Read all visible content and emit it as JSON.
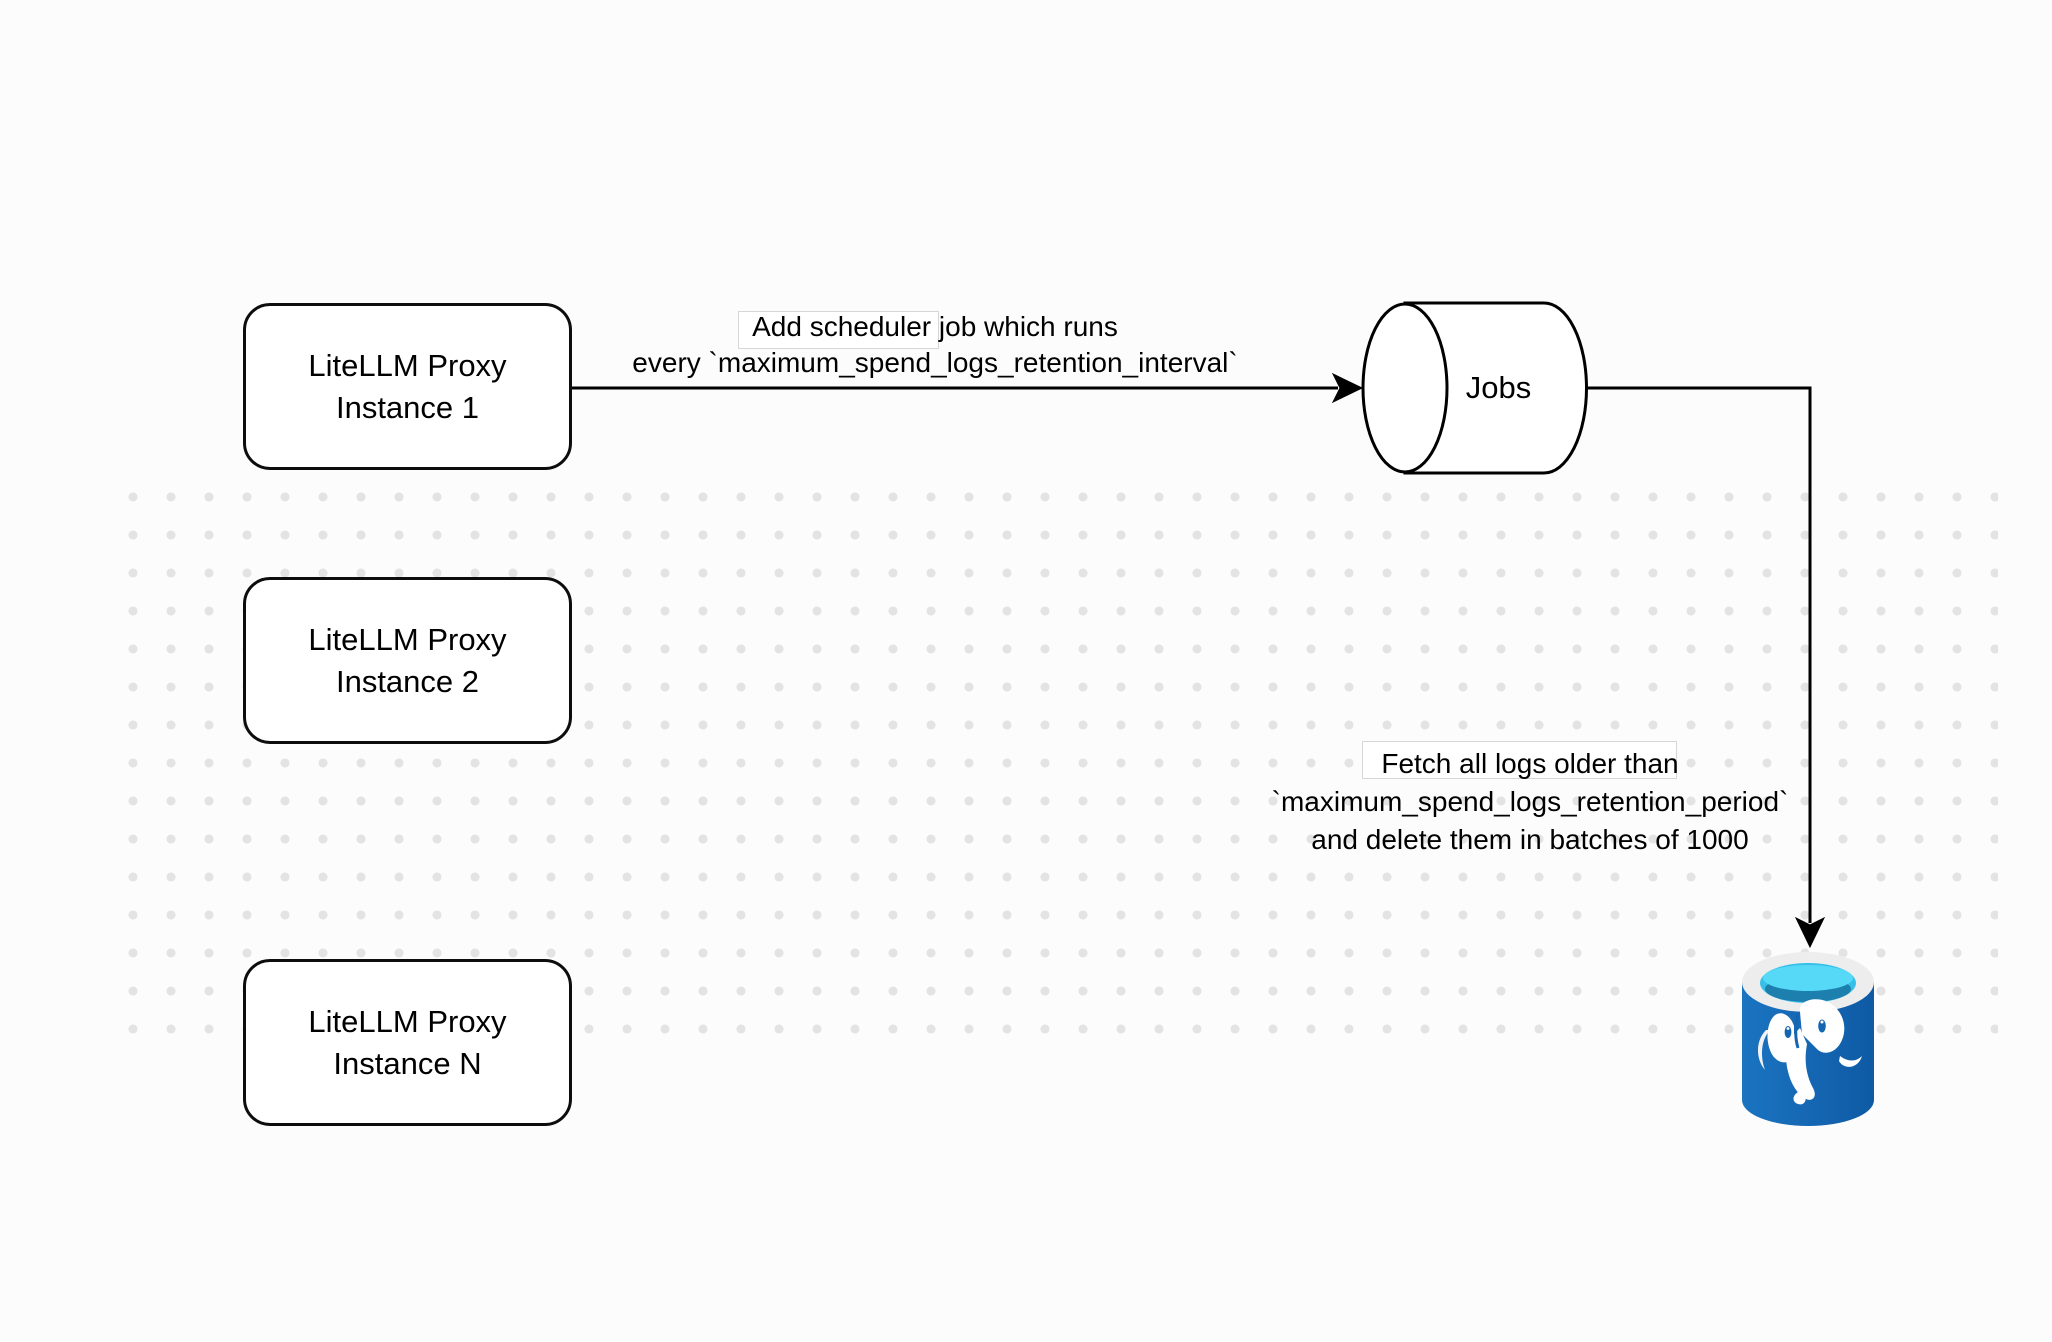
{
  "diagram": {
    "background": {
      "color": "#fcfcfc",
      "dot_color": "#e3e3e3"
    },
    "proxy_instances": [
      {
        "line1": "LiteLLM Proxy",
        "line2": "Instance 1"
      },
      {
        "line1": "LiteLLM Proxy",
        "line2": "Instance 2"
      },
      {
        "line1": "LiteLLM Proxy",
        "line2": "Instance N"
      }
    ],
    "jobs_node": {
      "label": "Jobs",
      "shape": "horizontal-cylinder",
      "fill": "#ffffff",
      "stroke": "#000000"
    },
    "scheduler_edge_label": {
      "line1": "Add scheduler job which runs",
      "line2": "every `maximum_spend_logs_retention_interval`"
    },
    "delete_edge_label": {
      "line1": "Fetch all logs older than",
      "line2": "`maximum_spend_logs_retention_period`",
      "line3": "and delete them in batches of 1000"
    },
    "database_node": {
      "icon": "postgresql-icon",
      "body_color": "#1668b4",
      "body_color_dark": "#0e5aa4",
      "rim_color": "#ededed",
      "opening_color_bright": "#55d9f6",
      "opening_color_base": "#36bfe9",
      "opening_color_shadow": "#1c7fae",
      "elephant_color": "#ffffff"
    },
    "edges": {
      "stroke_color": "#000000",
      "stroke_width": 3
    }
  }
}
